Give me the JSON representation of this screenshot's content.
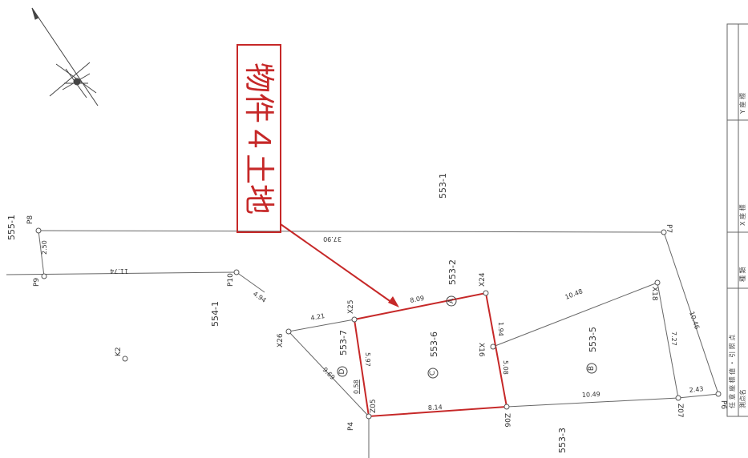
{
  "diagram": {
    "property_label": "物件４土地",
    "parcels": {
      "p553_1": "553-1",
      "p555_1": "555-1",
      "p554_1": "554-1",
      "p553_2": "553-2",
      "p553_6": "553-6",
      "p553_5": "553-5",
      "p553_7": "553-7",
      "p553_3": "553-3",
      "circA": "A",
      "circB": "B",
      "circC": "C",
      "circD": "D"
    },
    "points": {
      "p8": "P8",
      "p9": "P9",
      "p10": "P10",
      "p4": "P4",
      "p7": "P7",
      "p6": "P6",
      "x26": "X26",
      "x25": "X25",
      "x24": "X24",
      "x16": "X16",
      "x18": "X18",
      "z05": "Z05",
      "z06": "Z06",
      "z07": "Z07",
      "k2": "K2"
    },
    "dimensions": {
      "d250": "2.50",
      "d1174": "11.74",
      "d3790": "37.90",
      "d494": "4.94",
      "d421": "4.21",
      "d809": "8.09",
      "d194": "1.94",
      "d1048a": "10.48",
      "d1046": "10.46",
      "d727": "7.27",
      "d969": "9.69",
      "d597": "5.97",
      "d058": "0.58",
      "d508": "5.08",
      "d814": "8.14",
      "d1049": "10.49",
      "d243": "2.43"
    },
    "table": {
      "header1": "任 意 座 標 値 ・ 引 照 点",
      "col1": "測点名",
      "col2": "種 類",
      "col3": "X 座 標",
      "col4": "Y 座 標"
    }
  }
}
